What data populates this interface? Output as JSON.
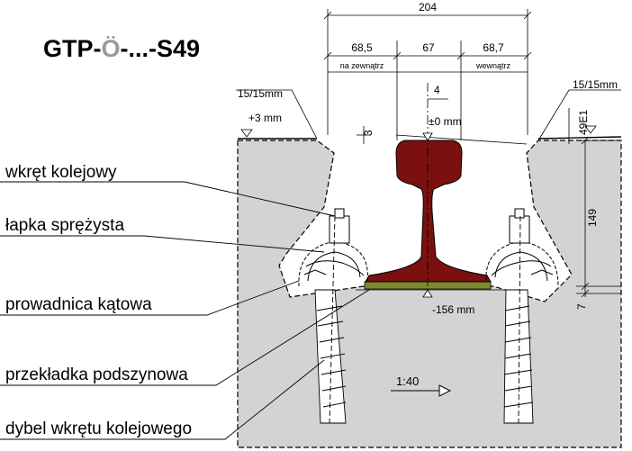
{
  "title": {
    "prefix": "GTP-",
    "umlaut": "Ö",
    "suffix": "-...-S49",
    "umlaut_color": "#9a9a9a"
  },
  "callouts": [
    "wkręt kolejowy",
    "łapka sprężysta",
    "prowadnica kątowa",
    "przekładka podszynowa",
    "dybel wkrętu kolejowego"
  ],
  "dimensions": {
    "overall_width": "204",
    "outside": "68,5",
    "rail_zone": "67",
    "inside": "68,7",
    "outside_label": "na zewnątrz",
    "inside_label": "wewnątrz",
    "rail_offset": "4",
    "rail_top": "±0 mm",
    "left_top": "+3 mm",
    "left_gap": "3",
    "left_slope": "15/15mm",
    "right_slope": "15/15mm",
    "rail_type": "49E1",
    "rail_height": "149",
    "pad": "7",
    "base_level": "-156 mm",
    "inclination": "1:40"
  },
  "colors": {
    "rail": "#7a1010",
    "concrete": "#d3d3d3",
    "pad": "#7f8a2e"
  }
}
